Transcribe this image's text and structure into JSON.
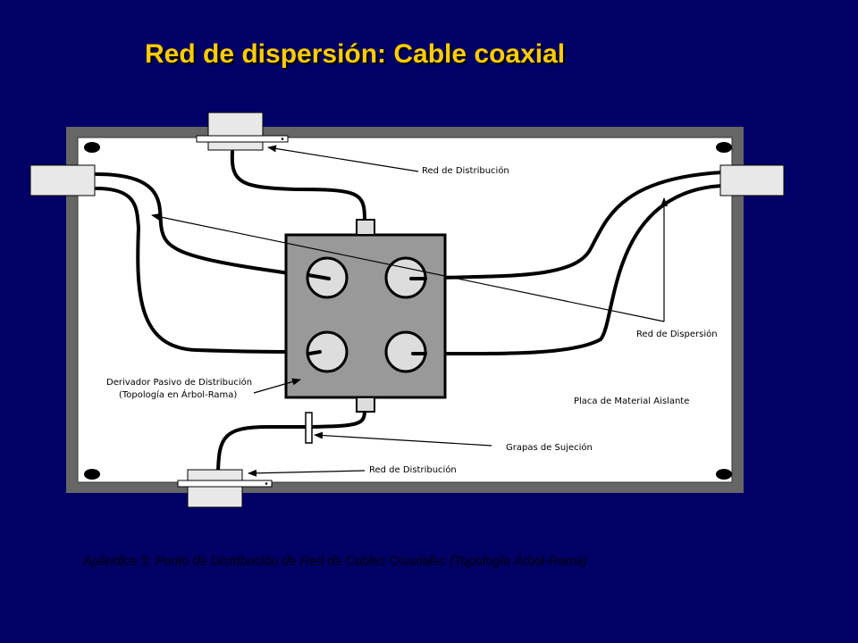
{
  "slide": {
    "title": "Red de dispersión: Cable coaxial",
    "caption": "Apéndice 3: Punto de Distribución de Red de Cables  Coaxiales (Topología Árbol-Rama)"
  },
  "diagram": {
    "labels": {
      "red_distribucion_top": "Red de Distribución",
      "red_dispersion": "Red de Dispersión",
      "derivador_line1": "Derivador Pasivo de Distribución",
      "derivador_line2": "(Topología en Árbol-Rama)",
      "placa": "Placa de Material Aislante",
      "grapas": "Grapas de Sujeción",
      "red_distribucion_bottom": "Red de Distribución"
    }
  },
  "colors": {
    "background": "#000066",
    "title": "#ffcc00",
    "frame": "#666666",
    "board": "#ffffff",
    "splitter": "#999999",
    "port": "#dddddd"
  }
}
